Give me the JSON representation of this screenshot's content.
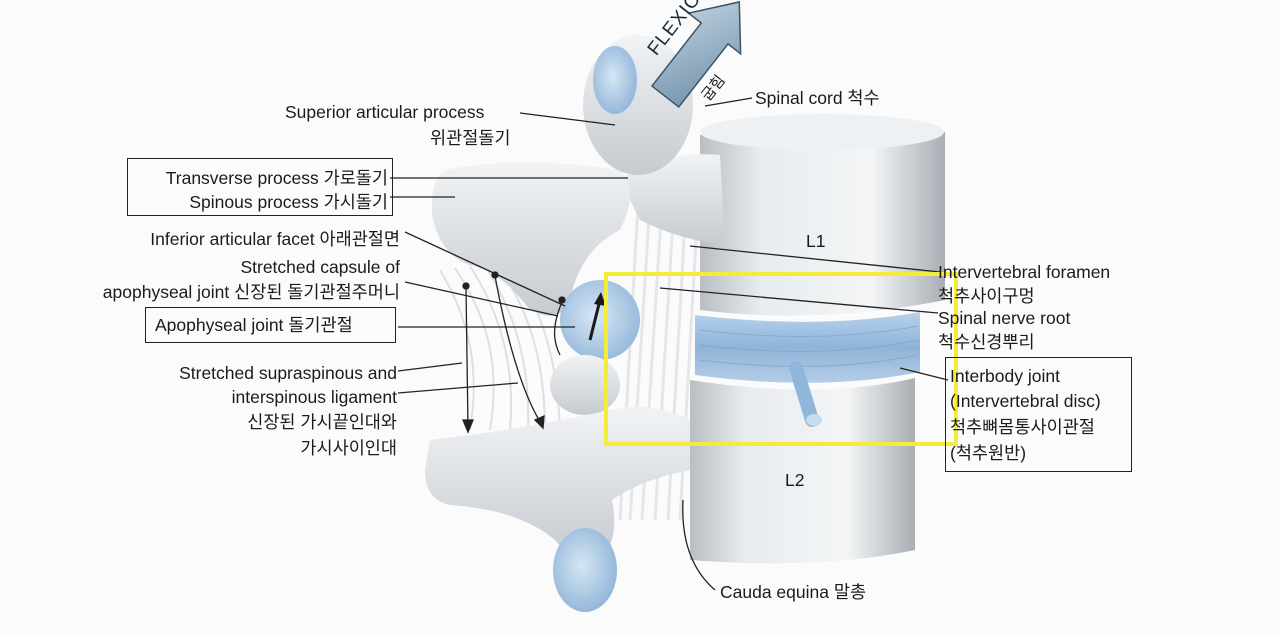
{
  "labels": {
    "superior_en": "Superior articular process",
    "superior_ko": "위관절돌기",
    "transverse": "Transverse process 가로돌기",
    "spinous": "Spinous process 가시돌기",
    "inferior_facet": "Inferior articular facet 아래관절면",
    "capsule_1": "Stretched capsule of",
    "capsule_2": "apophyseal joint 신장된 돌기관절주머니",
    "apophyseal": "Apophyseal joint  돌기관절",
    "ligament_1": "Stretched supraspinous and",
    "ligament_2": "interspinous ligament",
    "ligament_3": "신장된 가시끝인대와",
    "ligament_4": "가시사이인대",
    "spinal_cord": "Spinal cord 척수",
    "flexion": "FLEXION",
    "flexion_ko": "굽힘",
    "l1": "L1",
    "l2": "L2",
    "foramen_en": "Intervertebral foramen",
    "foramen_ko": "척추사이구멍",
    "nerve_en": "Spinal nerve root",
    "nerve_ko": "척수신경뿌리",
    "interbody_1": "Interbody joint",
    "interbody_2": "(Intervertebral disc)",
    "interbody_3": "척추뼈몸통사이관절",
    "interbody_4": "(척추원반)",
    "cauda": "Cauda equina 말총"
  },
  "colors": {
    "highlight": "#f5ec3a",
    "bone": "#e6e9ec",
    "cartilage": "#a9c9e8",
    "disc": "#9ec2e3"
  }
}
